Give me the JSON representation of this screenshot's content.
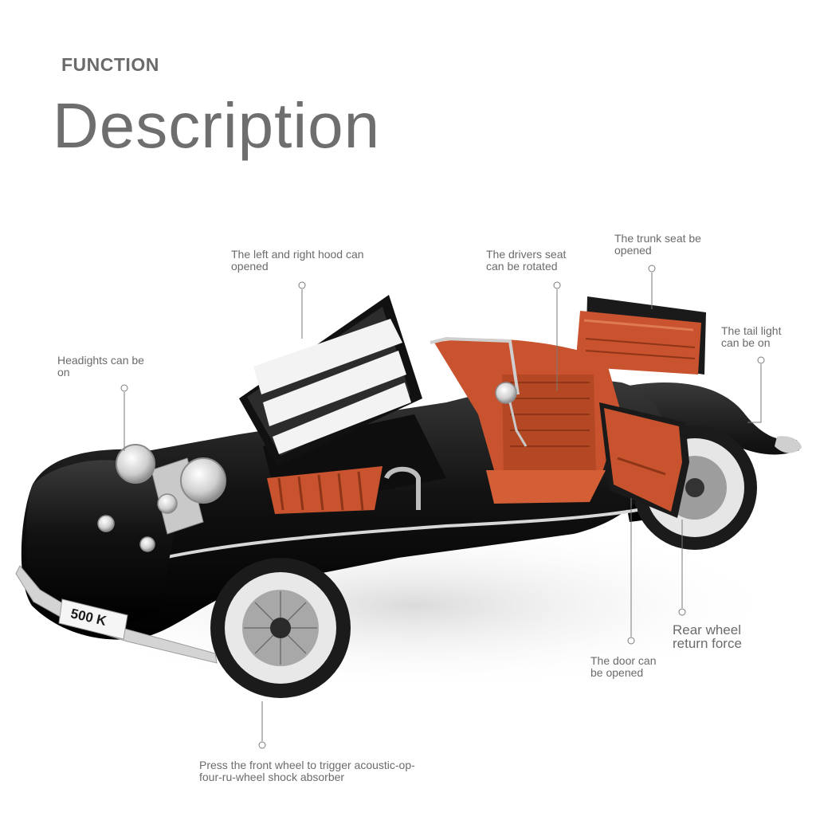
{
  "header": {
    "kicker": "FUNCTION",
    "title": "Description"
  },
  "callouts": {
    "hood": "The left and right hood can\nopened",
    "seat": "The drivers seat\ncan be rotated",
    "trunk": "The trunk seat be\nopened",
    "taillight": "The tail light\ncan be on",
    "headlights": "Headights can be\non",
    "rear_wheel": "Rear wheel\nreturn force",
    "door": "The door can\nbe opened",
    "front_wheel": "Press the front wheel to trigger acoustic-op-\nfour-ru-wheel shock absorber"
  },
  "car": {
    "plate": "500 K",
    "body_color": "#141414",
    "interior_color": "#c8532e",
    "chrome_color": "#c9c9c9",
    "tire_wall_color": "#e8e8e8"
  },
  "colors": {
    "text": "#6b6b6b",
    "leader_line": "#7a7a7a"
  }
}
